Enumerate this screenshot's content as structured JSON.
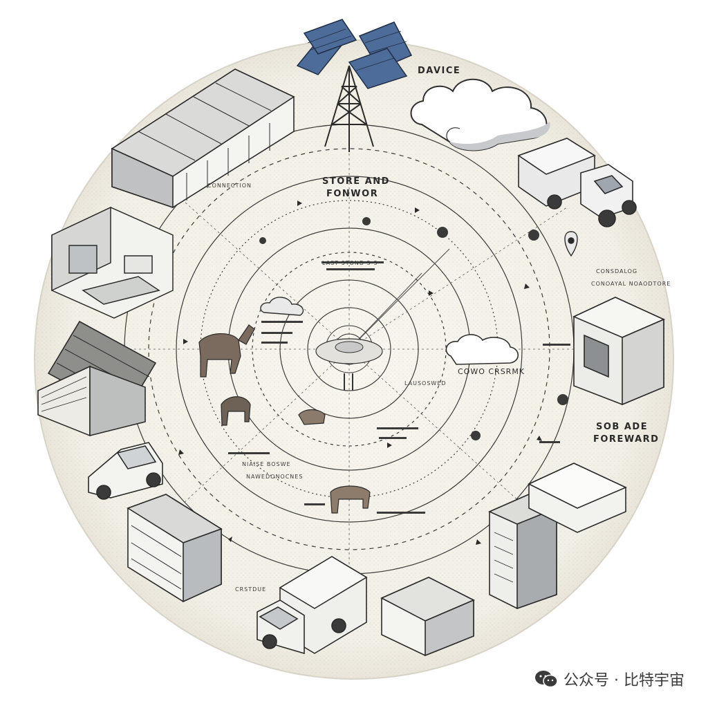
{
  "labels": {
    "device": "DAVICE",
    "store_and_forward": [
      "STORE AND",
      "FONWOR"
    ],
    "cloud_connect": "COWO CRSRMK",
    "store_forward_right": [
      "SOB ADE",
      "FOREWARD"
    ],
    "connection_left": "CONNECTION",
    "center_upper": "LAST STOND 5-3",
    "center_lower": "LAUSOSWED",
    "annotation_left": "NIAISE BOSWE",
    "annotation_bottom": "NAWEDONOCNES",
    "annotation_right": "CONSDALOG",
    "annotation_right2": "CONOAYAL NOAODTORE",
    "annotation_shelf": "CRSTDUE"
  },
  "watermark": {
    "text": "公众号 · 比特宇宙",
    "icon": "wechat-icon"
  },
  "colors": {
    "paper": "#f5f2ea",
    "ink": "#2a2a2a",
    "panel_blue": "#4d6c9a",
    "shade": "#b9bcc0"
  }
}
